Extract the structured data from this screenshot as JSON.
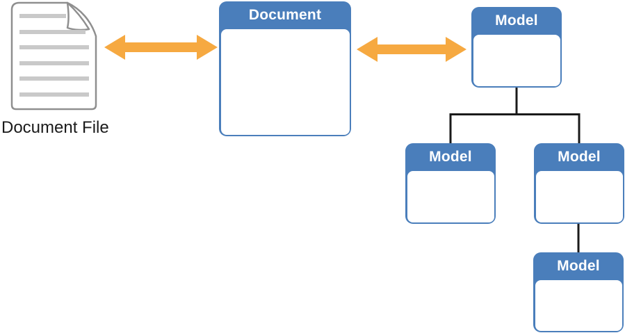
{
  "file_icon": {
    "label": "Document File"
  },
  "nodes": {
    "document": {
      "label": "Document"
    },
    "model_root": {
      "label": "Model"
    },
    "model_child_left": {
      "label": "Model"
    },
    "model_child_right": {
      "label": "Model"
    },
    "model_grandchild": {
      "label": "Model"
    }
  },
  "relations": [
    {
      "type": "two-way-arrow",
      "from": "document-file",
      "to": "document"
    },
    {
      "type": "two-way-arrow",
      "from": "document",
      "to": "model-root"
    },
    {
      "type": "tree-edge",
      "from": "model-root",
      "to": "model-child-left"
    },
    {
      "type": "tree-edge",
      "from": "model-root",
      "to": "model-child-right"
    },
    {
      "type": "tree-edge",
      "from": "model-child-right",
      "to": "model-grandchild"
    }
  ],
  "colors": {
    "node_blue": "#4A7EBB",
    "node_header_text": "#FFFFFF",
    "arrow_orange": "#F6A941",
    "connector_black": "#1A1A1A",
    "icon_outline_gray": "#8F8F8F",
    "icon_text_line_gray": "#C9C9C9",
    "label_text": "#1A1A1A"
  }
}
